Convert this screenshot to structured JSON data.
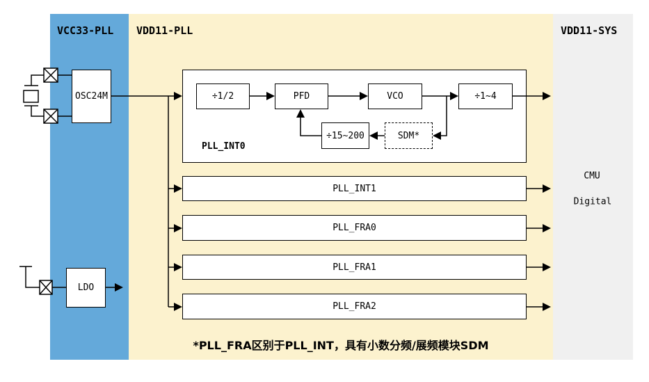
{
  "regions": {
    "vcc33_pll": {
      "label": "VCC33-PLL",
      "color": "#64A9DA"
    },
    "vdd11_pll": {
      "label": "VDD11-PLL",
      "color": "#FCF2CE"
    },
    "vdd11_sys": {
      "label": "VDD11-SYS",
      "color": "#F0F0F0"
    }
  },
  "blocks": {
    "osc": {
      "label": "OSC24M"
    },
    "ldo": {
      "label": "LDO"
    },
    "pll_int0": {
      "label": "PLL_INT0",
      "prediv": "÷1/2",
      "pfd": "PFD",
      "vco": "VCO",
      "postdiv": "÷1~4",
      "fbdiv": "÷15~200",
      "sdm": "SDM*"
    },
    "pll_rows": [
      {
        "label": "PLL_INT1"
      },
      {
        "label": "PLL_FRA0"
      },
      {
        "label": "PLL_FRA1"
      },
      {
        "label": "PLL_FRA2"
      }
    ]
  },
  "sys_block": {
    "line1": "CMU",
    "line2": "Digital"
  },
  "footnote": "*PLL_FRA区别于PLL_INT，具有小数分频/展频模块SDM",
  "wire_color": "#000000"
}
